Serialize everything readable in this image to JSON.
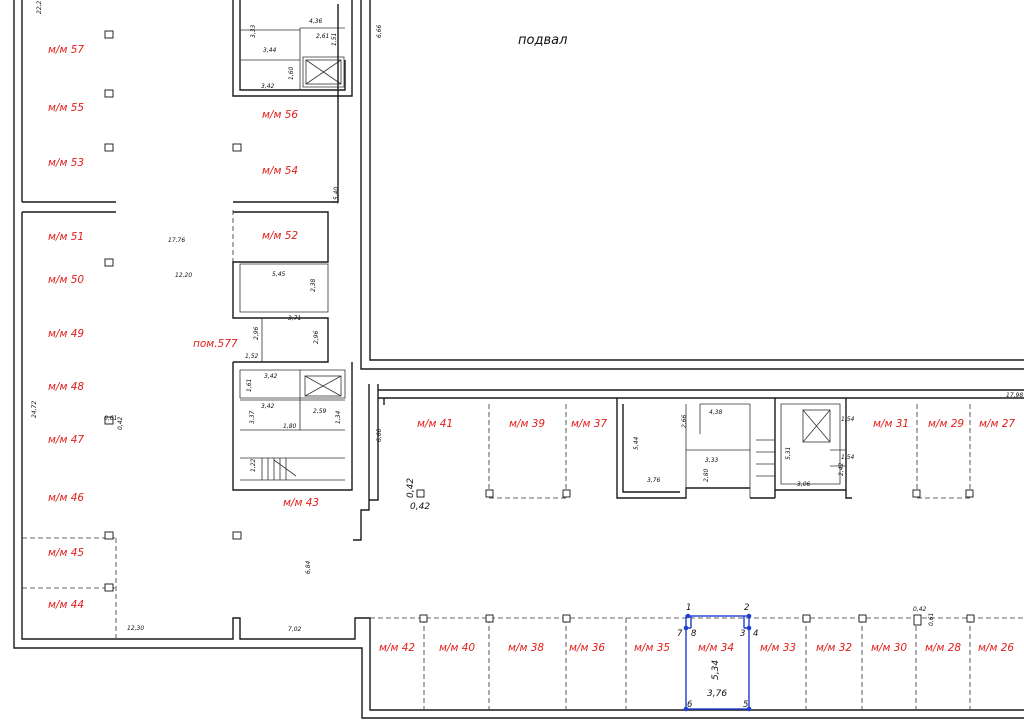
{
  "plan": {
    "title": "подвал",
    "spots": {
      "m57": "м/м 57",
      "m55": "м/м 55",
      "m53": "м/м 53",
      "m51": "м/м 51",
      "m50": "м/м 50",
      "m49": "м/м 49",
      "m48": "м/м 48",
      "m47": "м/м 47",
      "m46": "м/м 46",
      "m45": "м/м 45",
      "m44": "м/м 44",
      "m56": "м/м 56",
      "m54": "м/м 54",
      "m52": "м/м 52",
      "m43": "м/м 43",
      "m41": "м/м 41",
      "m39": "м/м 39",
      "m37": "м/м 37",
      "m31": "м/м 31",
      "m29": "м/м 29",
      "m27": "м/м 27",
      "m42": "м/м 42",
      "m40": "м/м 40",
      "m38": "м/м 38",
      "m36": "м/м 36",
      "m35": "м/м 35",
      "m34": "м/м 34",
      "m33": "м/м 33",
      "m32": "м/м 32",
      "m30": "м/м 30",
      "m28": "м/м 28",
      "m26": "м/м 26",
      "pom577": "пом.577"
    },
    "dims": {
      "d22_2": "22,2",
      "d4_36": "4,36",
      "d3_33a": "3,33",
      "d3_44": "3,44",
      "d2_61": "2,61",
      "d1_51": "1,51",
      "d3_42a": "3,42",
      "d1_60": "1,60",
      "d6_66a": "6,66",
      "d15_40": "15,40",
      "d17_76": "17,76",
      "d12_20": "12,20",
      "d5_45": "5,45",
      "d2_38": "2,38",
      "d3_71": "3,71",
      "d2_96a": "2,96",
      "d2_96b": "2,96",
      "d1_52": "1,52",
      "d3_42b": "3,42",
      "d1_61": "1,61",
      "d3_42c": "3,42",
      "d3_37": "3,37",
      "d2_59": "2,59",
      "d1_34": "1,34",
      "d1_80": "1,80",
      "d1_22": "1,22",
      "d24_72": "24,72",
      "d0_61a": "0,61",
      "d0_42a": "0,42",
      "d6_66b": "6,66",
      "d0_42b": "0,42",
      "d0_42c": "0,42",
      "d6_84": "6,84",
      "d12_30": "12,30",
      "d7_02": "7,02",
      "d2_66": "2,66",
      "d4_38": "4,38",
      "d5_44": "5,44",
      "d3_33b": "3,33",
      "d2_80": "2,80",
      "d3_76a": "3,76",
      "d5_31": "5,31",
      "d1_54a": "1,54",
      "d1_54b": "1,54",
      "d2_42": "2,42",
      "d3_06": "3,06",
      "d17_98": "17,98",
      "d0_42d": "0,42",
      "d0_61b": "0,61"
    },
    "selection": {
      "nodes": [
        "1",
        "2",
        "3",
        "4",
        "5",
        "6",
        "7",
        "8"
      ],
      "width": "3,76",
      "height": "5,34",
      "color": "#1f3fd1"
    },
    "colors": {
      "spot_label": "#e0201c",
      "walls": "#1a1a1a"
    }
  }
}
